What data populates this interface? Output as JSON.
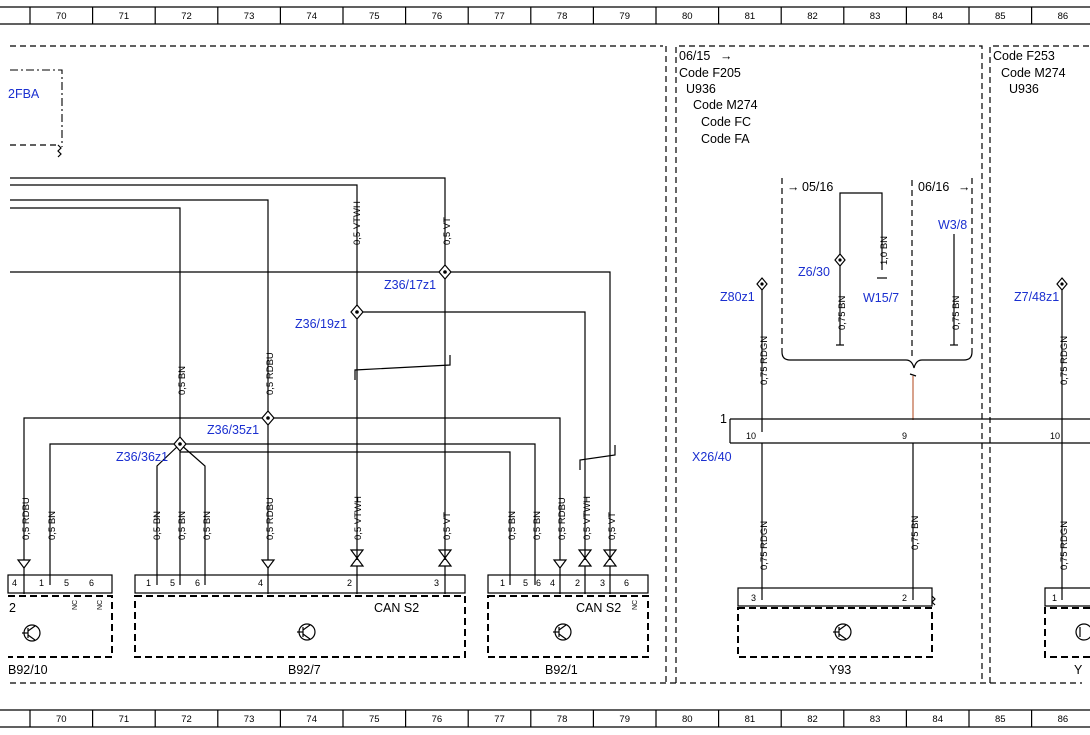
{
  "ruler": {
    "columns": [
      "70",
      "71",
      "72",
      "73",
      "74",
      "75",
      "76",
      "77",
      "78",
      "79",
      "80",
      "81",
      "82",
      "83",
      "84",
      "85",
      "86"
    ]
  },
  "frames": {
    "f205": {
      "date": "06/15",
      "codes": [
        "Code F205",
        "U936",
        "Code M274",
        "Code FC",
        "Code FA"
      ]
    },
    "f253": {
      "codes": [
        "Code F253",
        "Code M274",
        "U936"
      ]
    },
    "inner_left_date": "05/16",
    "inner_right_date": "06/16"
  },
  "offpage_ref": "2FBA",
  "splices": [
    {
      "id": "z36_17",
      "label": "Z36/17z1"
    },
    {
      "id": "z36_19",
      "label": "Z36/19z1"
    },
    {
      "id": "z36_35",
      "label": "Z36/35z1"
    },
    {
      "id": "z36_36",
      "label": "Z36/36z1"
    },
    {
      "id": "z80",
      "label": "Z80z1"
    },
    {
      "id": "z6_30",
      "label": "Z6/30"
    },
    {
      "id": "z7_48",
      "label": "Z7/48z1"
    }
  ],
  "refs": {
    "w15_7": "W15/7",
    "w3_8": "W3/8",
    "x26_40": "X26/40"
  },
  "wire_labels": {
    "vtwh_top": "0,5 VTWH",
    "vt_top": "0,5 VT",
    "bn_mid": "0,5 BN",
    "rdbu_mid": "0,5 RDBU",
    "bn_10": "1,0 BN",
    "bn_075_a": "0,75 BN",
    "bn_075_b": "0,75 BN",
    "rdgn_upper": "0,75 RDGN",
    "rdgn_upper_r": "0,75 RDGN",
    "rdgn_lower": "0,75 RDGN",
    "bn_lower": "0,75 BN",
    "rdgn_lower_r": "0,75 RDGN",
    "b9210_rdbu": "0,5 RDBU",
    "b9210_bn": "0,5 BN",
    "b927_bn1": "0,5 BN",
    "b927_bn2": "0,5 BN",
    "b927_bn3": "0,5 BN",
    "b927_rdbu": "0,5 RDBU",
    "b927_vtwh": "0,5 VTWH",
    "b927_vt": "0,5 VT",
    "b921_bn1": "0,5 BN",
    "b921_bn2": "0,5 BN",
    "b921_rdbu": "0,5 RDBU",
    "b921_vtwh": "0,5 VTWH",
    "b921_vt": "0,5 VT"
  },
  "connector": {
    "pin_main": "1",
    "pin_10": "10",
    "pin_9": "9",
    "pin_10_r": "10"
  },
  "components": {
    "b92_10": {
      "name": "B92/10",
      "pins": [
        "4",
        "1",
        "5",
        "6"
      ],
      "nc": "NC",
      "side_label": "2"
    },
    "b92_7": {
      "name": "B92/7",
      "pins": [
        "1",
        "5",
        "6",
        "4",
        "2",
        "3"
      ],
      "bus": "CAN S2"
    },
    "b92_1": {
      "name": "B92/1",
      "pins": [
        "1",
        "5",
        "6",
        "4",
        "2",
        "3",
        "6"
      ],
      "bus": "CAN S2",
      "nc": "NC"
    },
    "y93": {
      "name": "Y93",
      "pins": [
        "3",
        "2"
      ]
    },
    "y_right": {
      "name": "Y",
      "pins": [
        "1"
      ]
    }
  }
}
